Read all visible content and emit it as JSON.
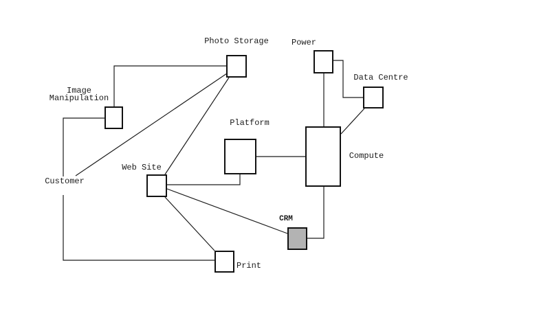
{
  "diagram": {
    "type": "node-link-diagram",
    "colors": {
      "background": "#ffffff",
      "line": "#1c1c1c",
      "box_border": "#111111",
      "box_fill": "#ffffff",
      "crm_fill": "#b3b3b3",
      "text": "#1a1a1a"
    },
    "nodes": {
      "photo_storage": {
        "label": "Photo Storage",
        "has_box": true,
        "fill": "#ffffff"
      },
      "image_manipulation": {
        "label": "Image\nManipulation",
        "has_box": true,
        "fill": "#ffffff"
      },
      "power": {
        "label": "Power",
        "has_box": true,
        "fill": "#ffffff"
      },
      "data_centre": {
        "label": "Data Centre",
        "has_box": true,
        "fill": "#ffffff"
      },
      "platform": {
        "label": "Platform",
        "has_box": true,
        "fill": "#ffffff"
      },
      "compute": {
        "label": "Compute",
        "has_box": true,
        "fill": "#ffffff"
      },
      "web_site": {
        "label": "Web Site",
        "has_box": true,
        "fill": "#ffffff"
      },
      "customer": {
        "label": "Customer",
        "has_box": false
      },
      "crm": {
        "label": "CRM",
        "has_box": true,
        "fill": "#b3b3b3"
      },
      "print": {
        "label": "Print",
        "has_box": true,
        "fill": "#ffffff"
      }
    },
    "edges": [
      {
        "from": "image_manipulation",
        "to": "photo_storage"
      },
      {
        "from": "customer",
        "to": "image_manipulation"
      },
      {
        "from": "customer",
        "to": "print"
      },
      {
        "from": "customer",
        "to": "photo_storage"
      },
      {
        "from": "photo_storage",
        "to": "web_site"
      },
      {
        "from": "power",
        "to": "data_centre"
      },
      {
        "from": "power",
        "to": "compute"
      },
      {
        "from": "data_centre",
        "to": "compute"
      },
      {
        "from": "platform",
        "to": "compute"
      },
      {
        "from": "web_site",
        "to": "platform"
      },
      {
        "from": "compute",
        "to": "crm"
      },
      {
        "from": "web_site",
        "to": "crm"
      },
      {
        "from": "web_site",
        "to": "print"
      }
    ]
  }
}
